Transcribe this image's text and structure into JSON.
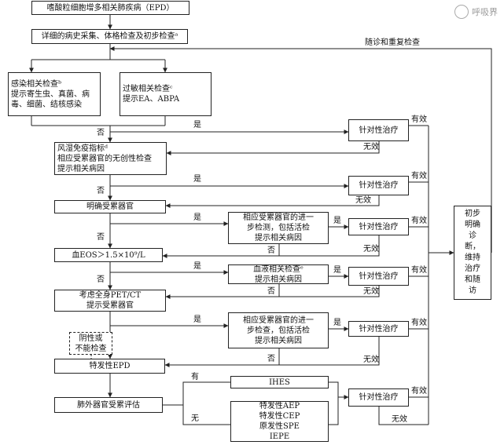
{
  "watermark": "呼吸界",
  "boxes": {
    "title": "嗜酸粒细胞增多相关肺疾病（EPD）",
    "history": "详细的病史采集、体格检查及初步检查ᵃ",
    "infection": "感染相关检查ᵇ\n提示寄生虫、真菌、病\n毒、细菌、结核感染",
    "allergy": "过敏相关检查ᶜ\n提示EA、ABPA",
    "rheum": "风湿免疫指标ᵈ\n相应受累器官的无创性检查\n提示相关病因",
    "organ": "明确受累器官",
    "organ_further": "相应受累器官的进一\n步检测，包括活检\n提示相关病因",
    "eos": "血EOS＞1.5×10⁹/L",
    "blood": "血液相关检查ᵉ\n提示相关病因",
    "pet": "考虑全身PET/CT\n提示受累器官",
    "pet_further": "相应受累器官的进一\n步检查，包括活检\n提示相关病因",
    "neg": "阴性或\n不能检查",
    "idio": "特发性EPD",
    "extra": "肺外器官受累评估",
    "ihes": "IHES",
    "aep": "特发性AEP\n特发性CEP\n原发性SPE\nIEPE",
    "final": "初步明确诊断，维持治疗和随访",
    "treat1": "针对性治疗",
    "treat2": "针对性治疗",
    "treat3": "针对性治疗",
    "treat4": "针对性治疗",
    "treat5": "针对性治疗",
    "treat6": "针对性治疗"
  },
  "labels": {
    "followup": "随诊和重复检查",
    "yes": "是",
    "no": "否",
    "effective": "有效",
    "ineffective": "无效",
    "has": "有",
    "none": "无"
  }
}
